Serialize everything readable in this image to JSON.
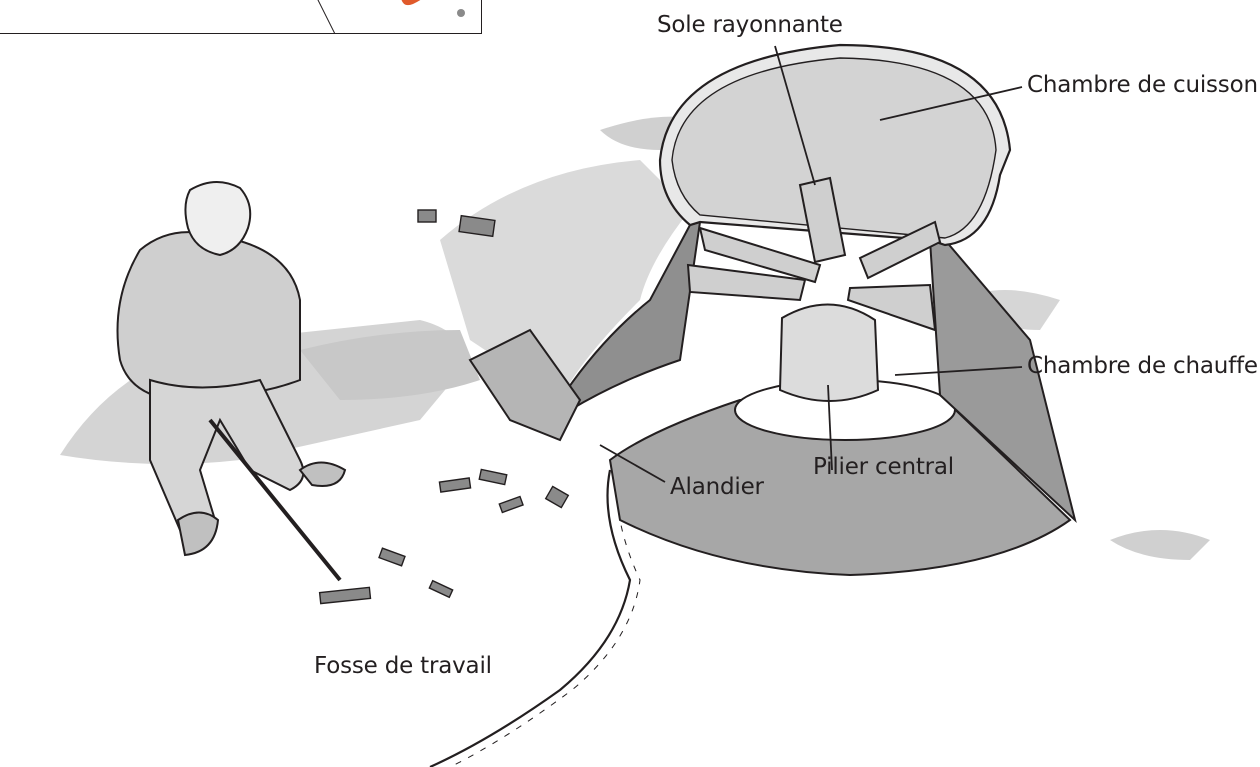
{
  "labels": {
    "sole": "Sole rayonnante",
    "chambre_cuisson": "Chambre de cuisson",
    "chambre_chauffe": "Chambre de chauffe",
    "pilier": "Pilier central",
    "alandier": "Alandier",
    "fosse": "Fosse de travail"
  },
  "colors": {
    "ink": "#231f20",
    "shade_light": "#d4d4d4",
    "shade_dark": "#a7a7a7",
    "inset_accent": "#e05a2b"
  }
}
